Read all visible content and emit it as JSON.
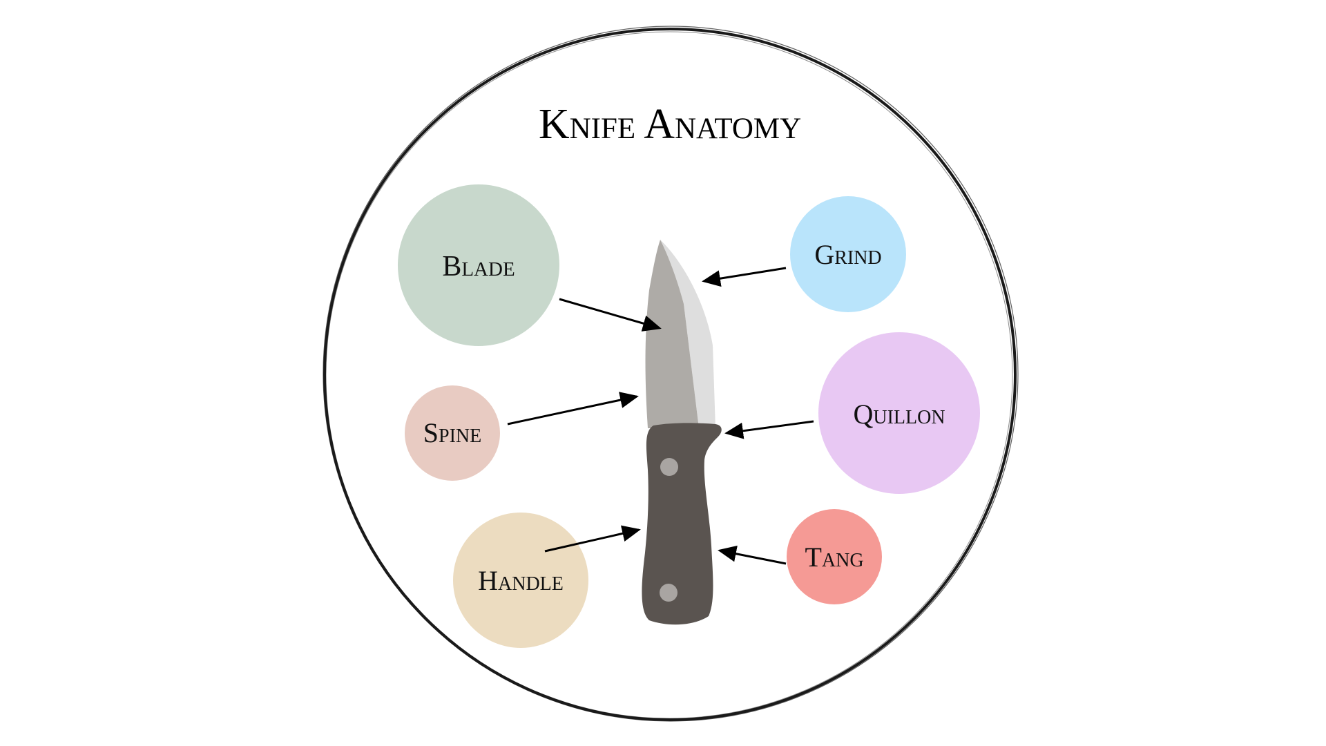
{
  "title": "Knife Anatomy",
  "colors": {
    "background": "#ffffff",
    "outline": "#1a1a1a",
    "blade": "#aeaba7",
    "grind": "#dedede",
    "handle": "#5a5450",
    "rivet": "#a9a5a2",
    "arrow": "#000000"
  },
  "labels": [
    {
      "id": "blade",
      "text": "Blade",
      "color": "#c8d8cc"
    },
    {
      "id": "spine",
      "text": "Spine",
      "color": "#e8cbc2"
    },
    {
      "id": "handle",
      "text": "Handle",
      "color": "#ecdcc0"
    },
    {
      "id": "grind",
      "text": "Grind",
      "color": "#b9e4fb"
    },
    {
      "id": "quillon",
      "text": "Quillon",
      "color": "#e8c8f3"
    },
    {
      "id": "tang",
      "text": "Tang",
      "color": "#f59a95"
    }
  ]
}
